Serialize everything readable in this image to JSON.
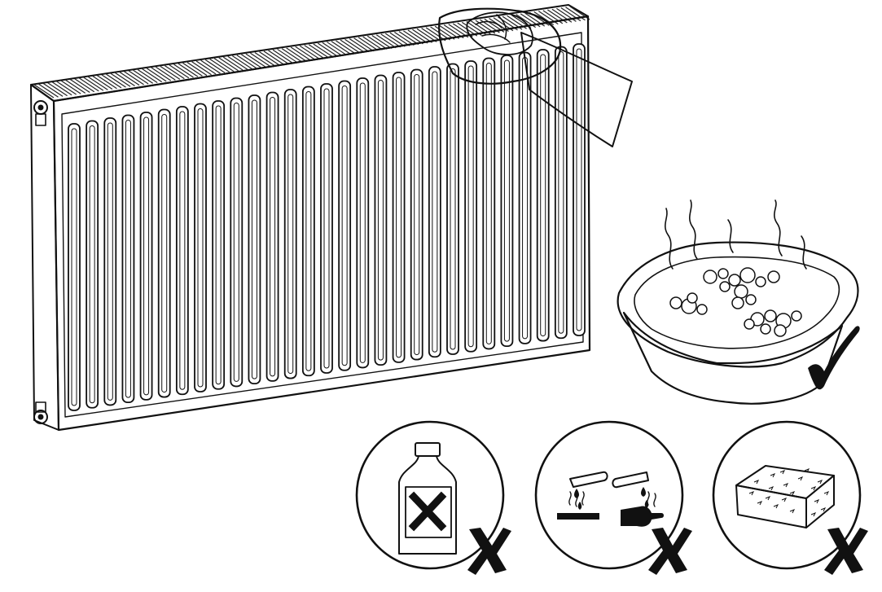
{
  "diagram": {
    "panels": [
      {
        "id": "radiator",
        "icon": "radiator-illustration"
      },
      {
        "id": "cloth",
        "icon": "hand-wiping-cloth-icon"
      },
      {
        "id": "soapy-water",
        "icon": "warm-soapy-water-bowl-icon",
        "verdict": "allowed",
        "mark": "checkmark-icon"
      },
      {
        "id": "solvent",
        "icon": "chemical-bottle-icon",
        "verdict": "not-allowed",
        "mark": "cross-mark-icon"
      },
      {
        "id": "corrosive",
        "icon": "corrosive-hazard-icon",
        "verdict": "not-allowed",
        "mark": "cross-mark-icon"
      },
      {
        "id": "abrasive",
        "icon": "abrasive-sponge-icon",
        "verdict": "not-allowed",
        "mark": "cross-mark-icon"
      }
    ],
    "colors": {
      "ink": "#111111",
      "background": "#ffffff"
    }
  }
}
